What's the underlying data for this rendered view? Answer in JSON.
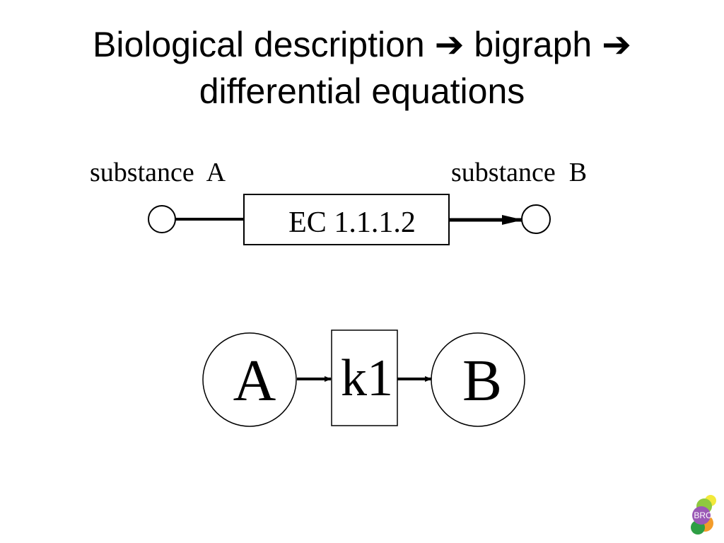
{
  "title": {
    "part1": "Biological description",
    "part2": "bigraph",
    "line2": "differential equations",
    "arrow_icon": "right-arrow-icon"
  },
  "reaction": {
    "substrate_label": "substance  A",
    "product_label": "substance  B",
    "enzyme_label": "EC 1.1.1.2"
  },
  "bigraph": {
    "node_a": "A",
    "rate": "k1",
    "node_b": "B"
  },
  "logo": {
    "text": "BRC",
    "colors": [
      "#f2e93a",
      "#8fc93f",
      "#2e9e44",
      "#f39c2a",
      "#9b59b6"
    ]
  }
}
